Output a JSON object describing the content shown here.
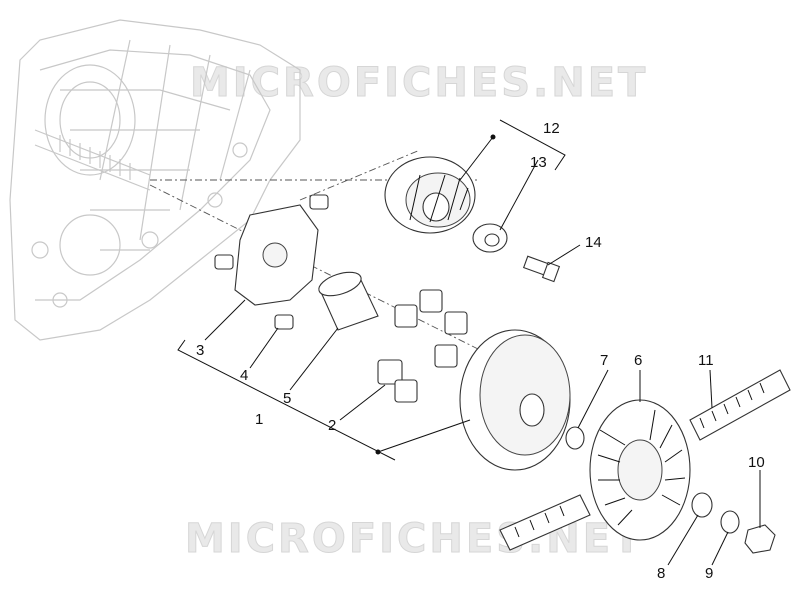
{
  "watermark": {
    "top": "MICROFICHES.NET",
    "bottom": "MICROFICHES.NET"
  },
  "callouts": {
    "c1": "1",
    "c2": "2",
    "c3": "3",
    "c4": "4",
    "c5": "5",
    "c6": "6",
    "c7": "7",
    "c8": "8",
    "c9": "9",
    "c10": "10",
    "c11": "11",
    "c12": "12",
    "c13": "13",
    "c14": "14"
  }
}
